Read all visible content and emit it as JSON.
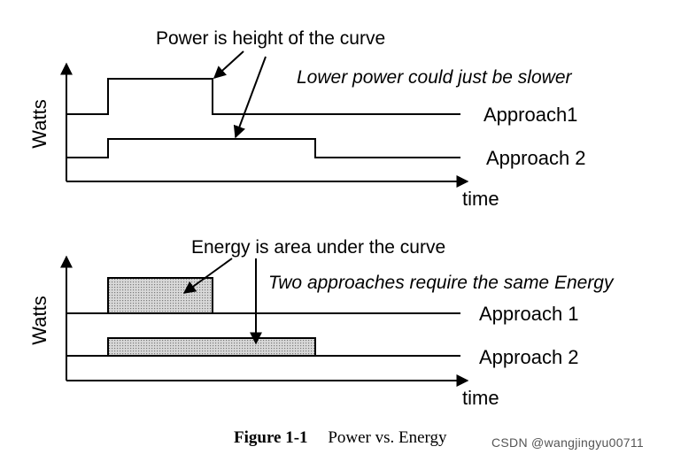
{
  "top": {
    "y_label": "Watts",
    "x_label": "time",
    "callout_power": "Power is height of the curve",
    "callout_slower": "Lower power could just be slower",
    "approach1_label": "Approach1",
    "approach2_label": "Approach 2"
  },
  "bottom": {
    "y_label": "Watts",
    "x_label": "time",
    "callout_energy": "Energy is area under the curve",
    "callout_same": "Two approaches require the same Energy",
    "approach1_label": "Approach 1",
    "approach2_label": "Approach 2"
  },
  "caption": {
    "number": "Figure 1-1",
    "title": "Power vs. Energy"
  },
  "watermark": "CSDN @wangjingyu00711",
  "colors": {
    "ink": "#000000",
    "fill": "#c8c8c8"
  }
}
